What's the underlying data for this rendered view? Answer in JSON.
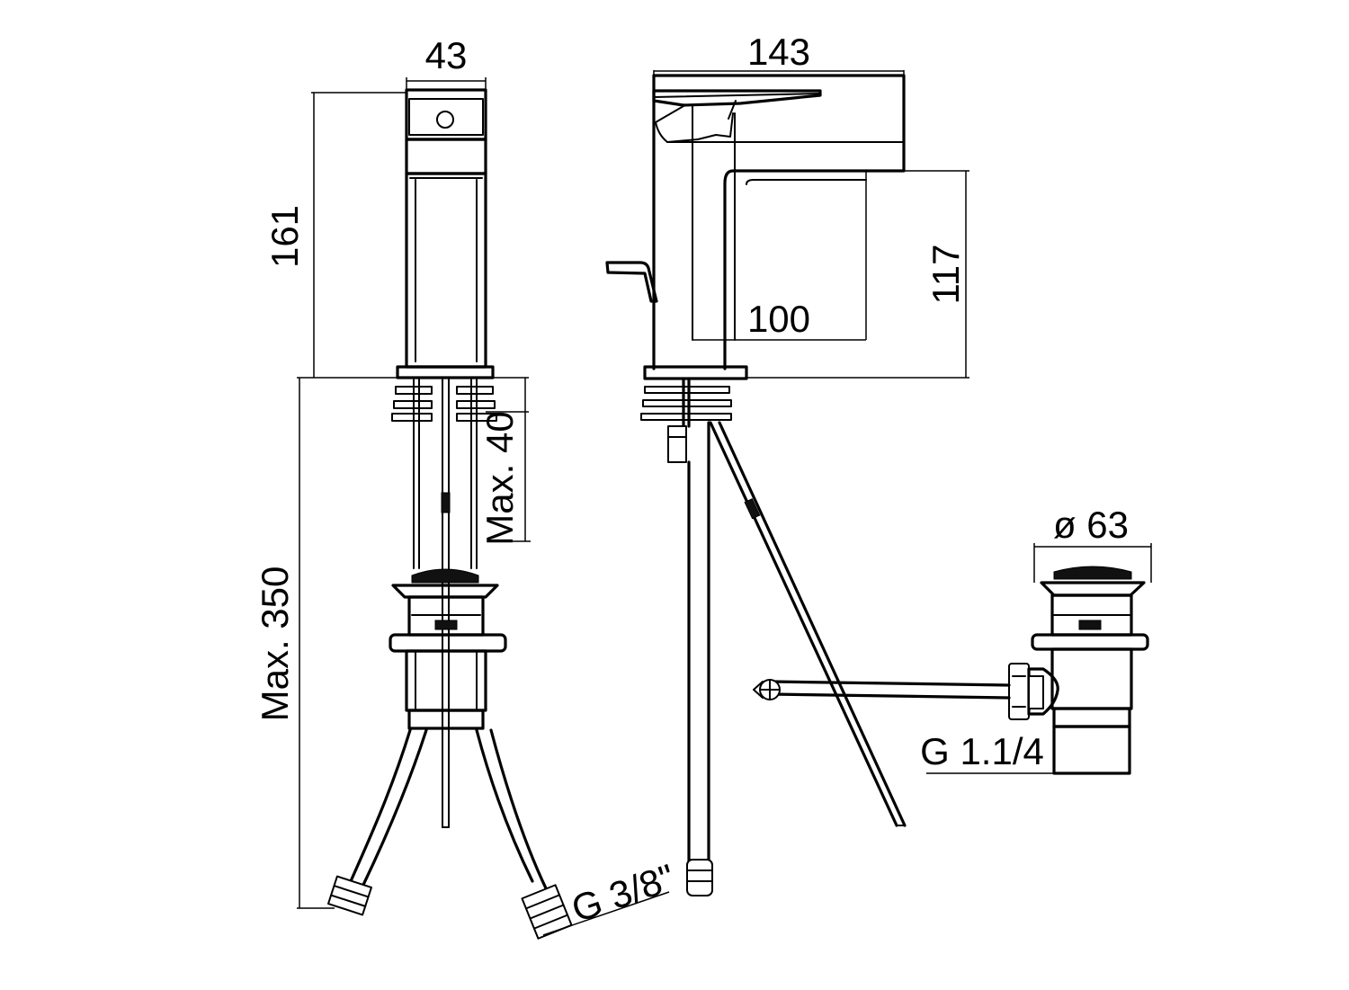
{
  "dimensions": {
    "front_width": "43",
    "front_height": "161",
    "side_depth": "143",
    "spout_clearance": "117",
    "spout_reach": "100",
    "max_installation_height": "Max. 350",
    "max_deck_thickness": "Max. 40",
    "hose_thread": "G 3/8\"",
    "waste_diameter": "ø 63",
    "waste_thread": "G 1.1/4"
  }
}
